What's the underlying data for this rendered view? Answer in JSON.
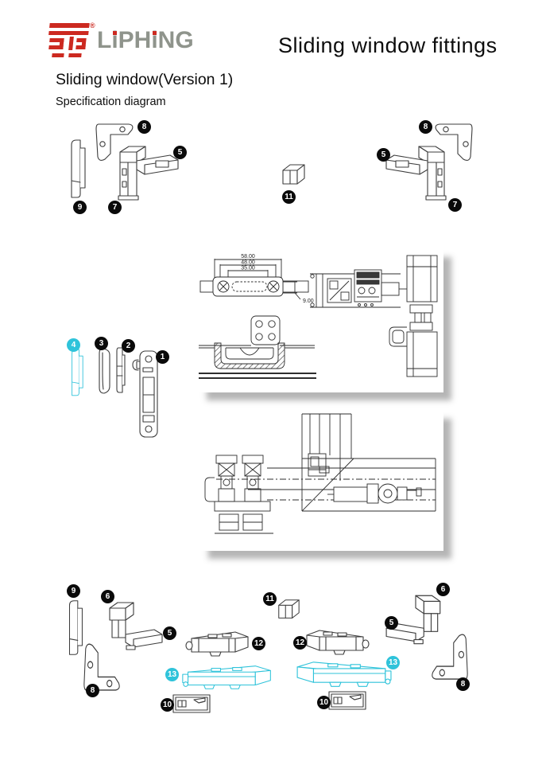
{
  "page": {
    "brand": "LiPHiNG",
    "registered_mark": "®",
    "title": "Sliding window fittings",
    "subtitle": "Sliding window(Version 1)",
    "section_label": "Specification diagram"
  },
  "colors": {
    "brand_red": "#cc2920",
    "brand_gray": "#8f948c",
    "highlight_cyan": "#2fc3da",
    "line_dark": "#2e2e2e"
  },
  "dimensions": {
    "width_58": "58.00",
    "width_48": "48.00",
    "width_35": "35.00",
    "height_9": "9.00"
  },
  "badges": {
    "top_left": {
      "bracket_8": "8",
      "arm_5": "5",
      "strip_9": "9",
      "corner_7": "7"
    },
    "top_mid": {
      "block_11": "11"
    },
    "top_right": {
      "bracket_8": "8",
      "arm_5": "5",
      "corner_7": "7"
    },
    "mid_left": {
      "cover_4": "4",
      "gasket_3": "3",
      "plate_2": "2",
      "lock_1": "1"
    },
    "bottom_left": {
      "strip_9": "9",
      "corner_6": "6",
      "arm_5": "5",
      "bracket_8": "8"
    },
    "bottom_mid_left": {
      "latch_12": "12",
      "roller_13": "13",
      "guide_10": "10"
    },
    "bottom_mid_right": {
      "block_11": "11",
      "latch_12": "12",
      "roller_13": "13",
      "guide_10": "10"
    },
    "bottom_right": {
      "corner_6": "6",
      "arm_5": "5",
      "bracket_8": "8"
    }
  }
}
